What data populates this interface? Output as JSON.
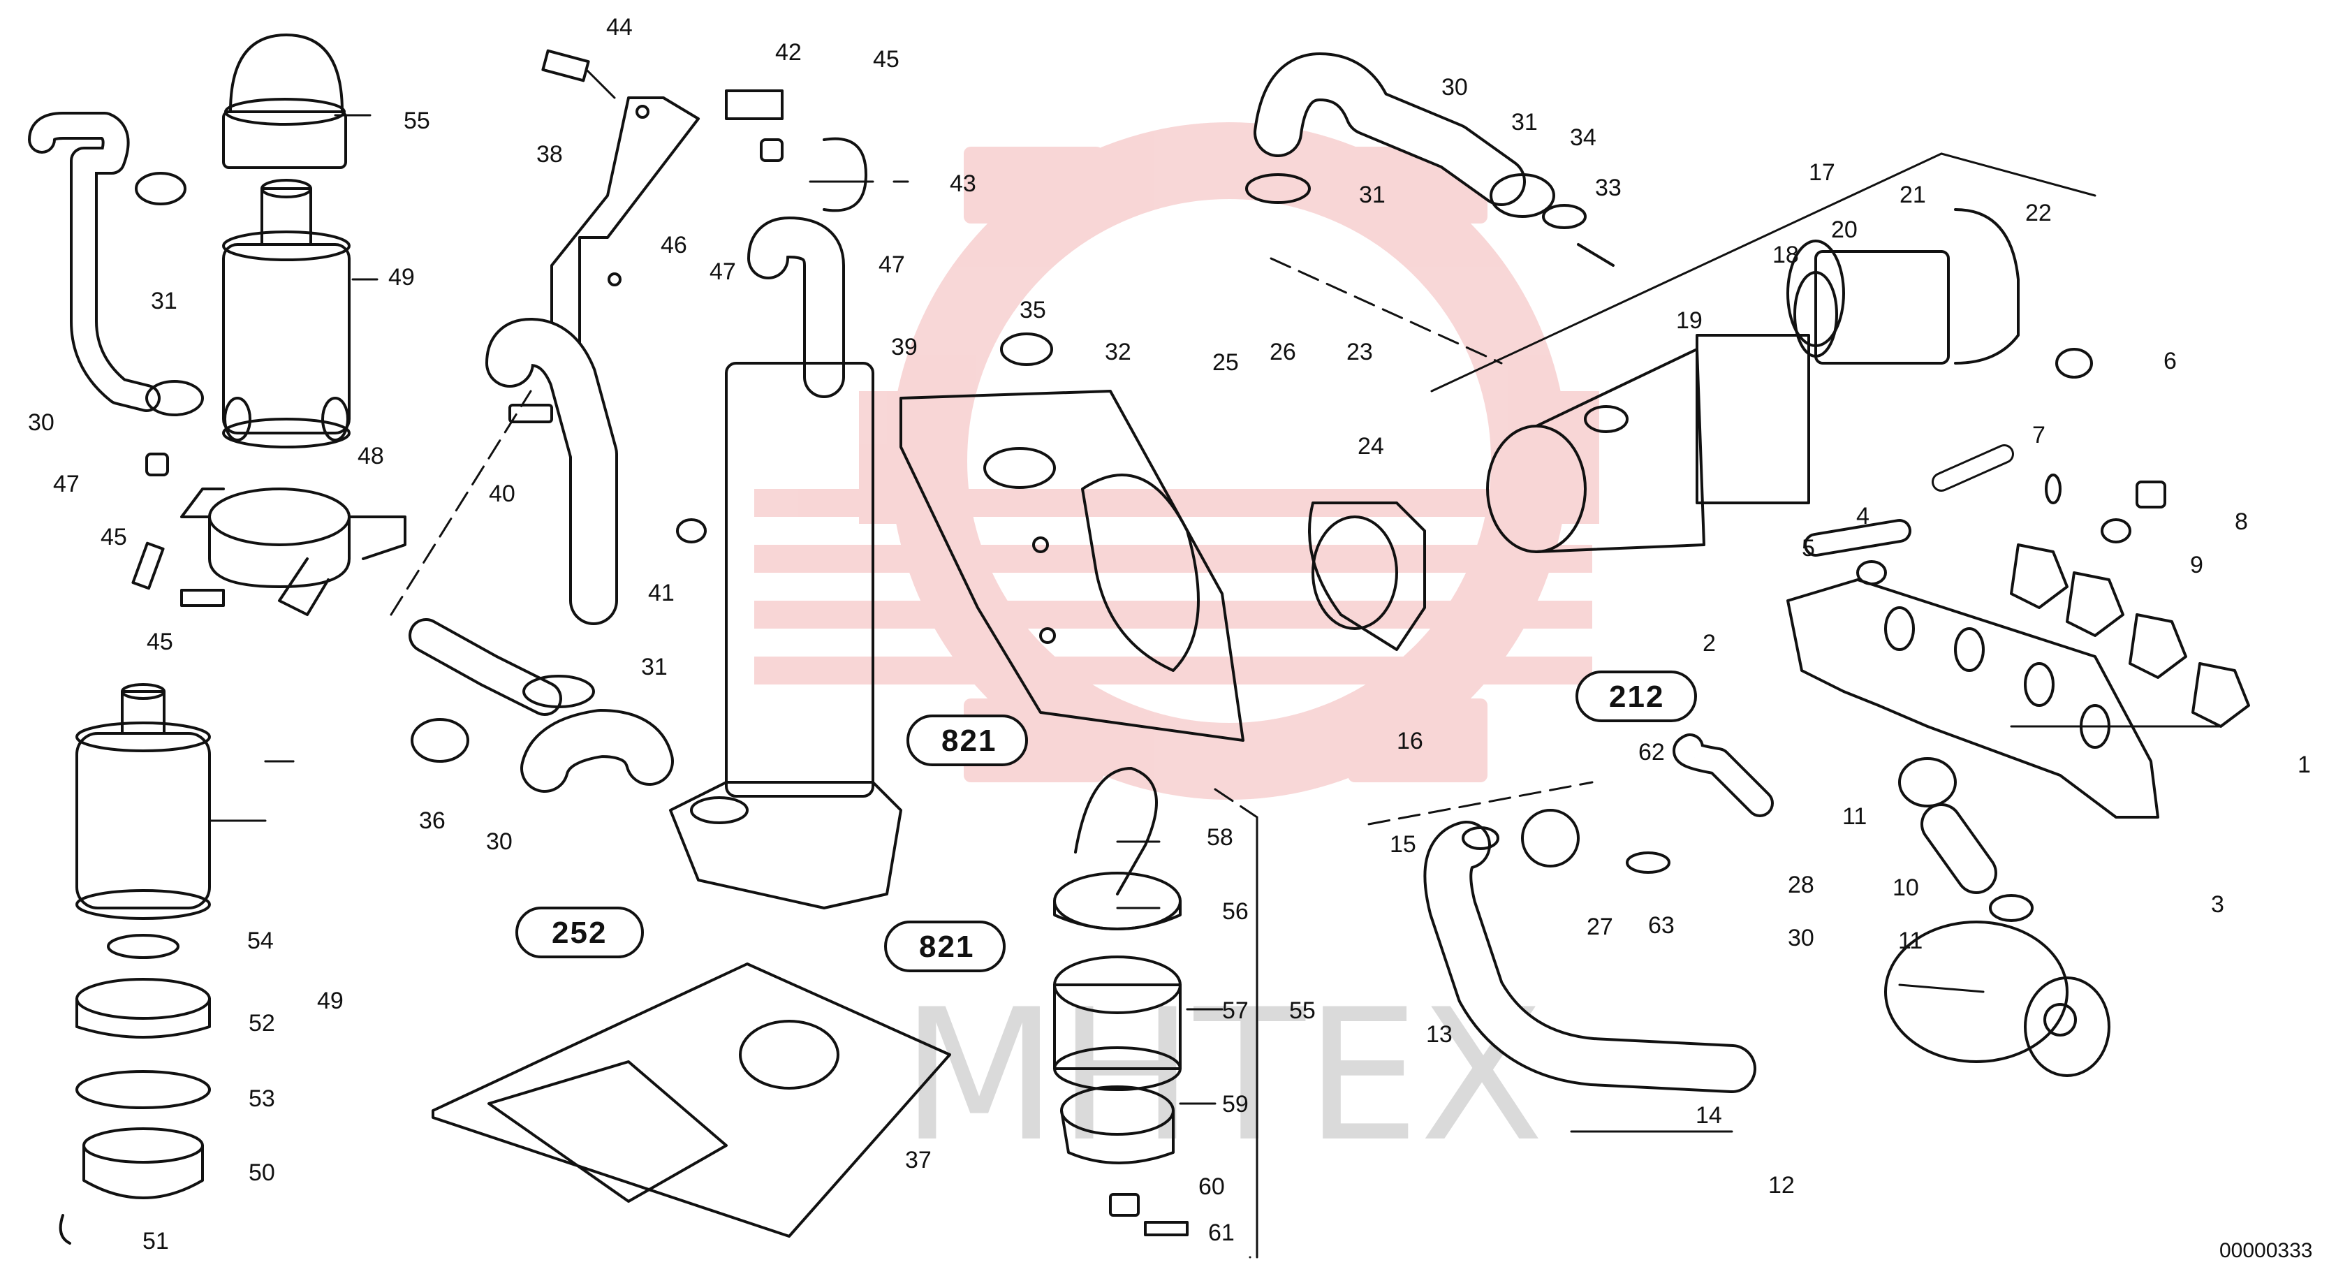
{
  "watermark": {
    "text": "МНТЕХ",
    "gear_color": "#f6c9c9",
    "text_color": "#bdbdbd"
  },
  "document_code": "00000333",
  "reference_boxes": [
    "252",
    "821",
    "821",
    "212"
  ],
  "callouts": [
    "44",
    "42",
    "45",
    "38",
    "55",
    "43",
    "47",
    "46",
    "47",
    "49",
    "31",
    "30",
    "39",
    "35",
    "32",
    "25",
    "26",
    "23",
    "24",
    "40",
    "41",
    "47",
    "48",
    "45",
    "45",
    "31",
    "36",
    "30",
    "30",
    "31",
    "31",
    "34",
    "33",
    "17",
    "21",
    "20",
    "18",
    "22",
    "19",
    "6",
    "7",
    "4",
    "8",
    "5",
    "9",
    "2",
    "1",
    "16",
    "15",
    "62",
    "27",
    "63",
    "28",
    "30",
    "13",
    "14",
    "12",
    "11",
    "10",
    "11",
    "3",
    "58",
    "56",
    "57",
    "55",
    "59",
    "60",
    "61",
    "54",
    "52",
    "53",
    "50",
    "51",
    "49",
    "37"
  ]
}
